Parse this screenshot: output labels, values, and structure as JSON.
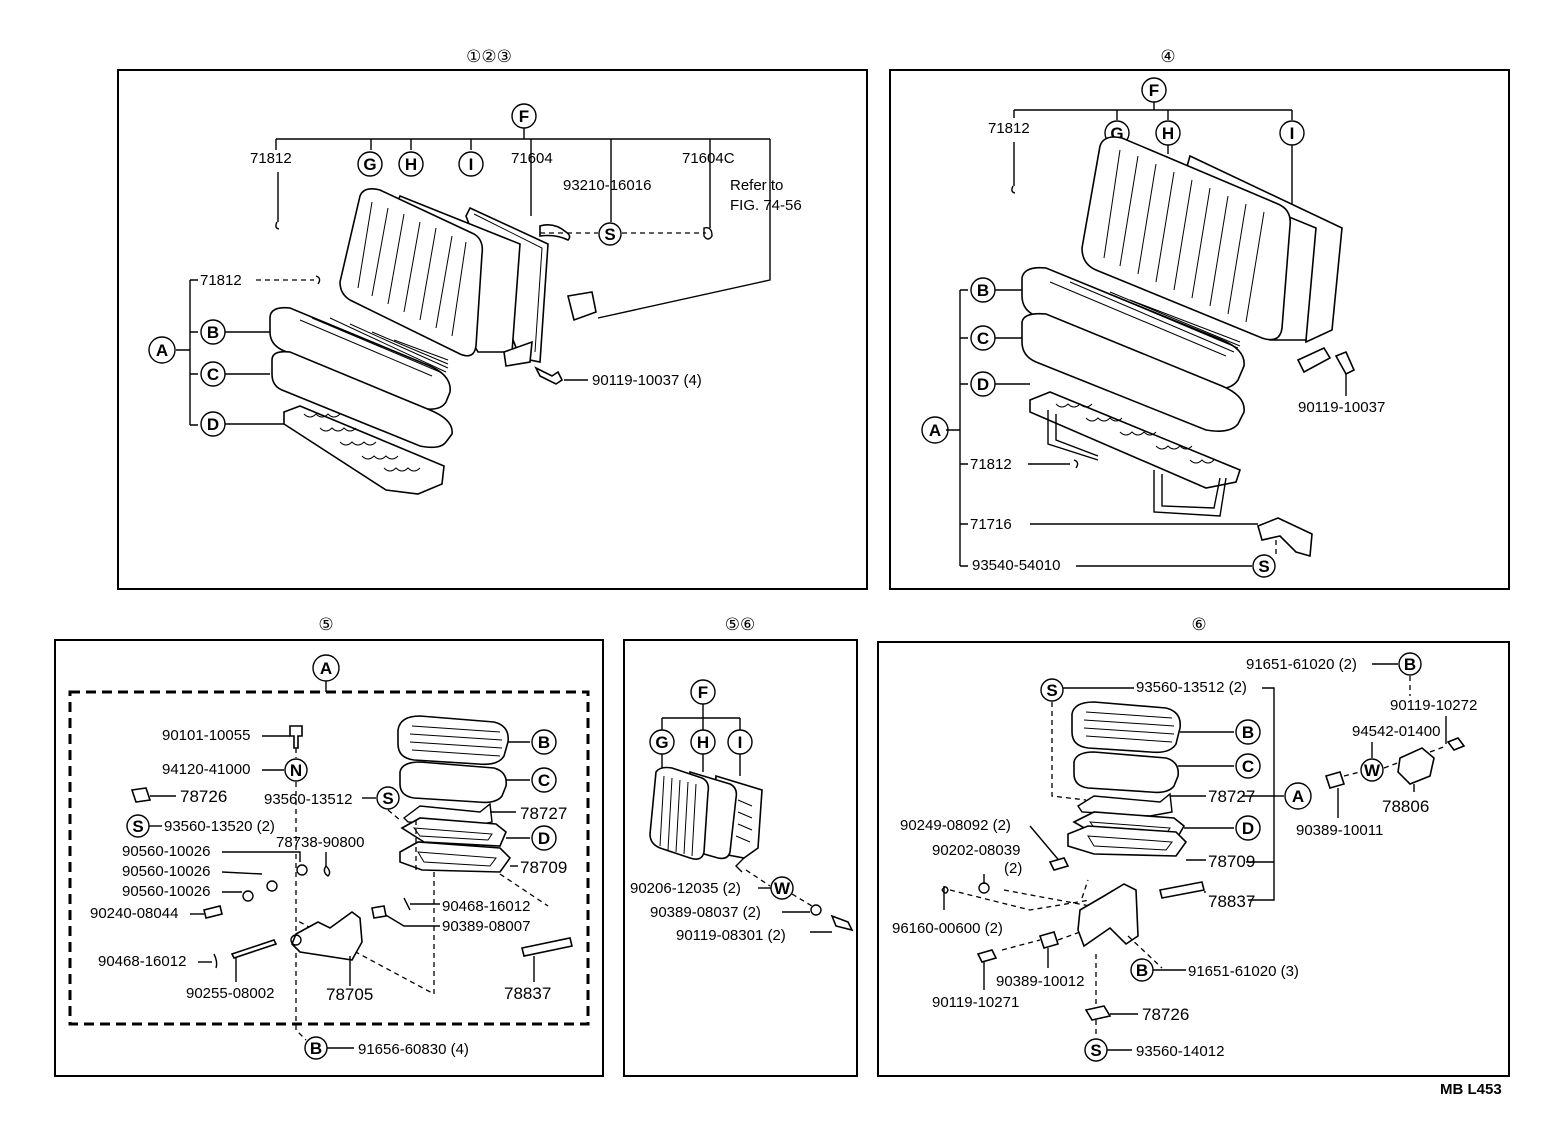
{
  "panel_titles": {
    "p123": "①②③",
    "p4": "④",
    "p5": "⑤",
    "p56": "⑤⑥",
    "p6": "⑥"
  },
  "circle_letters": {
    "A": "A",
    "B": "B",
    "C": "C",
    "D": "D",
    "F": "F",
    "G": "G",
    "H": "H",
    "I": "I",
    "N": "N",
    "S": "S",
    "W": "W"
  },
  "p123": {
    "l71812_top": "71812",
    "l71604": "71604",
    "l93210": "93210-16016",
    "l71604c": "71604C",
    "refer1": "Refer to",
    "refer2": "FIG. 74-56",
    "l71812_mid": "71812",
    "l90119": "90119-10037 (4)"
  },
  "p4": {
    "l71812_top": "71812",
    "l90119": "90119-10037",
    "l71812_mid": "71812",
    "l71716": "71716",
    "l93540": "93540-54010"
  },
  "p5": {
    "l90101": "90101-10055",
    "l94120": "94120-41000",
    "l78726": "78726",
    "l93560_520": "93560-13520 (2)",
    "l93560_512": "93560-13512",
    "l78727": "78727",
    "l78738": "78738-90800",
    "l90560a": "90560-10026",
    "l90560b": "90560-10026",
    "l90560c": "90560-10026",
    "l90240": "90240-08044",
    "l78709": "78709",
    "l90468a": "90468-16012",
    "l90389": "90389-08007",
    "l90468b": "90468-16012",
    "l90255": "90255-08002",
    "l78705": "78705",
    "l78837": "78837",
    "l91656": "91656-60830 (4)"
  },
  "p56": {
    "l90206": "90206-12035 (2)",
    "l90389": "90389-08037 (2)",
    "l90119": "90119-08301 (2)"
  },
  "p6": {
    "l91651_top": "91651-61020 (2)",
    "l93560_512": "93560-13512 (2)",
    "l90119_272": "90119-10272",
    "l94542": "94542-01400",
    "l78806": "78806",
    "l90389_011": "90389-10011",
    "l78727": "78727",
    "l90249": "90249-08092 (2)",
    "l90202": "90202-08039",
    "l90202q": "(2)",
    "l78709": "78709",
    "l78837": "78837",
    "l96160": "96160-00600 (2)",
    "l91651_bot": "91651-61020 (3)",
    "l90389_012": "90389-10012",
    "l90119_271": "90119-10271",
    "l78726": "78726",
    "l93560_012": "93560-14012"
  },
  "footer": {
    "code": "MB  L453"
  }
}
